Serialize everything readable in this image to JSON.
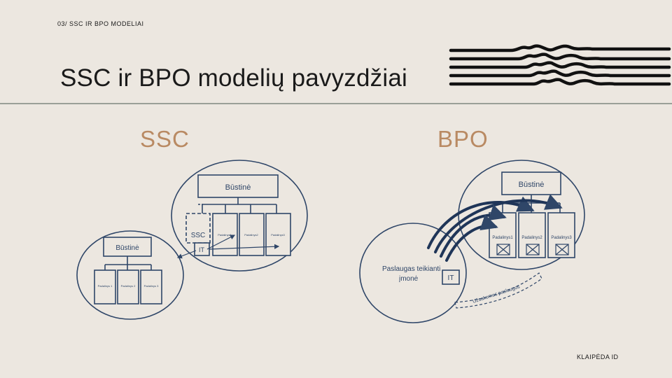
{
  "header": {
    "breadcrumb": "03/ SSC IR BPO MODELIAI",
    "title": "SSC ir BPO modelių pavyzdžiai"
  },
  "sections": {
    "ssc_label": "SSC",
    "bpo_label": "BPO"
  },
  "ssc_diagram": {
    "upper_hq": "Būstinė",
    "ssc_box": "SSC",
    "it_box": "IT",
    "upper_units": [
      "Padalinys1",
      "Padalinys2",
      "Padalinys3"
    ],
    "lower_hq": "Būstinė",
    "lower_units": [
      "Padalinys 1",
      "Padalinys 2",
      "Padalinys 3"
    ]
  },
  "bpo_diagram": {
    "hq": "Būstinė",
    "units": [
      "Padalinys1",
      "Padalinys2",
      "Padalinys3"
    ],
    "provider": "Paslaugas teikianti įmonė",
    "it_box": "IT",
    "outsourced": "Užsakomos paslaugos"
  },
  "footer": {
    "brand": "KLAIPĖDA ID"
  },
  "colors": {
    "navy": "#2f4668",
    "accent": "#b98a63",
    "background": "#ece7e0"
  }
}
